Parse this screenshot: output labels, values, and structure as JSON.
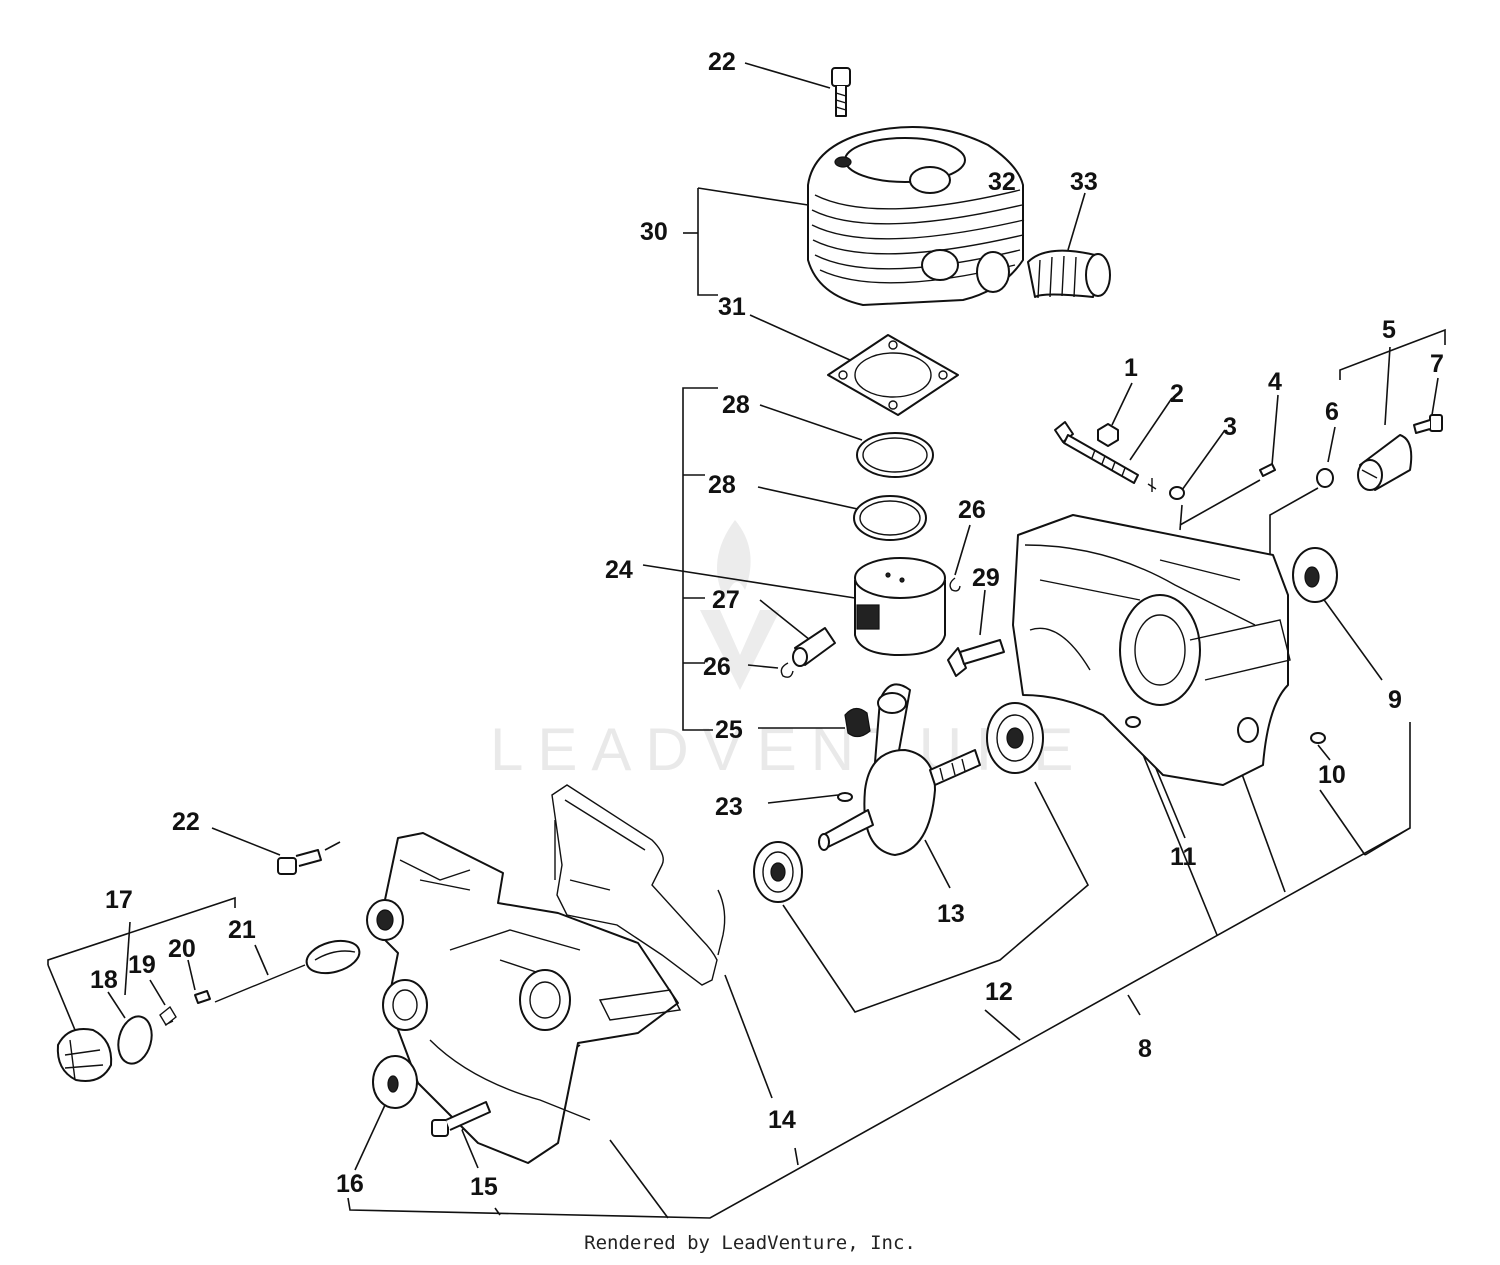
{
  "watermark": "LEADVENTURE",
  "credit": "Rendered by LeadVenture, Inc.",
  "callouts": {
    "n1": "1",
    "n2": "2",
    "n3": "3",
    "n4": "4",
    "n5": "5",
    "n6": "6",
    "n7": "7",
    "n8": "8",
    "n9": "9",
    "n10": "10",
    "n11": "11",
    "n12": "12",
    "n13": "13",
    "n14": "14",
    "n15": "15",
    "n16": "16",
    "n17": "17",
    "n18": "18",
    "n19": "19",
    "n20": "20",
    "n21": "21",
    "n22a": "22",
    "n22b": "22",
    "n23": "23",
    "n24": "24",
    "n25": "25",
    "n26a": "26",
    "n26b": "26",
    "n27": "27",
    "n28a": "28",
    "n28b": "28",
    "n29": "29",
    "n30": "30",
    "n31": "31",
    "n32": "32",
    "n33": "33"
  }
}
